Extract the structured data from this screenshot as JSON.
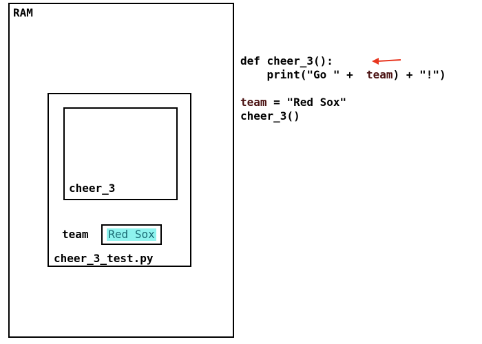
{
  "ram": {
    "label": "RAM"
  },
  "module": {
    "label": "cheer_3_test.py"
  },
  "function_frame": {
    "label": "cheer_3"
  },
  "variable": {
    "name": "team",
    "value": "Red Sox",
    "value_bg": "#8ef3ee",
    "value_fg": "#1b6b74"
  },
  "code": {
    "line1": "def cheer_3():",
    "line2_pre": "    print(\"Go \" +  ",
    "line2_var": "team",
    "line2_post": ") + \"!\")",
    "line4_var": "team",
    "line4_post": " = \"Red Sox\"",
    "line5": "cheer_3()"
  },
  "arrow": {
    "color": "#e8361f",
    "icon": "left-arrow-icon"
  }
}
